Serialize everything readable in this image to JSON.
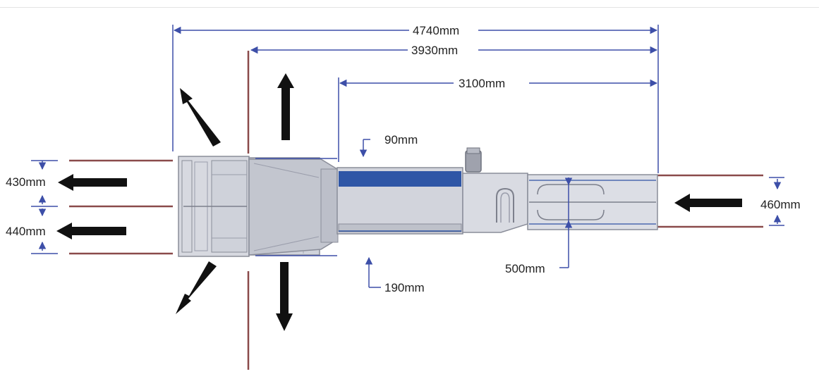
{
  "dimensions": {
    "overall_length": "4740mm",
    "crate_to_exit": "3930mm",
    "race_length": "3100mm",
    "top_gap": "90mm",
    "bottom_gap": "190mm",
    "exit_lane_upper_width": "430mm",
    "exit_lane_lower_width": "440mm",
    "entry_width": "460mm",
    "race_width": "500mm"
  },
  "colors": {
    "dimension_line": "#3d4fa8",
    "fence_line": "#8a4a4a",
    "arrow": "#111111",
    "frame_fill": "#c9ccd6",
    "frame_stroke": "#8a8d99",
    "conveyor_blue": "#2f56a6"
  },
  "arrows": {
    "exit_directions": [
      "up",
      "up-left",
      "left",
      "left",
      "down-left",
      "down"
    ],
    "entry_direction": "left"
  }
}
